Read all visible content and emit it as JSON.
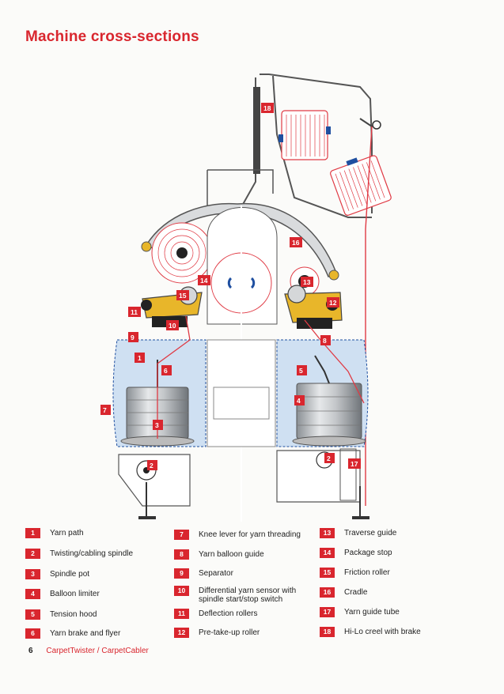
{
  "page": {
    "title": "Machine cross-sections",
    "page_number": "6",
    "brand": "CarpetTwister / CarpetCabler"
  },
  "colors": {
    "accent": "#d9262e",
    "housing_blue": "#cfe0f2",
    "yarn_red": "#e03a44",
    "friction_yellow": "#e8b62a"
  },
  "legend": [
    {
      "num": "1",
      "label": "Yarn path"
    },
    {
      "num": "2",
      "label": "Twisting/cabling spindle"
    },
    {
      "num": "3",
      "label": "Spindle pot"
    },
    {
      "num": "4",
      "label": "Balloon limiter"
    },
    {
      "num": "5",
      "label": "Tension hood"
    },
    {
      "num": "6",
      "label": "Yarn brake and flyer"
    },
    {
      "num": "7",
      "label": "Knee lever for yarn threading"
    },
    {
      "num": "8",
      "label": "Yarn balloon guide"
    },
    {
      "num": "9",
      "label": "Separator"
    },
    {
      "num": "10",
      "label": "Differential yarn sensor with\nspindle start/stop switch"
    },
    {
      "num": "11",
      "label": "Deflection rollers"
    },
    {
      "num": "12",
      "label": "Pre-take-up roller"
    },
    {
      "num": "13",
      "label": "Traverse guide"
    },
    {
      "num": "14",
      "label": "Package stop"
    },
    {
      "num": "15",
      "label": "Friction roller"
    },
    {
      "num": "16",
      "label": "Cradle"
    },
    {
      "num": "17",
      "label": "Yarn guide tube"
    },
    {
      "num": "18",
      "label": "Hi-Lo creel with brake"
    }
  ]
}
